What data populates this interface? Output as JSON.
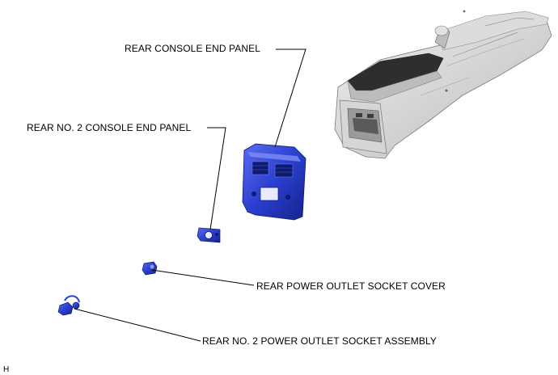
{
  "labels": {
    "rear_console_end_panel": "REAR CONSOLE END PANEL",
    "rear_no2_console_end_panel": "REAR NO. 2 CONSOLE END PANEL",
    "rear_power_outlet_socket_cover": "REAR POWER OUTLET SOCKET COVER",
    "rear_no2_power_outlet_socket_assembly": "REAR NO. 2 POWER OUTLET SOCKET ASSEMBLY"
  },
  "figure_code": "H",
  "colors": {
    "part_highlight": "#2a3fd0",
    "console_body": "#cfcfcf",
    "console_dark": "#2e2e2e",
    "leader_line": "#000000"
  }
}
